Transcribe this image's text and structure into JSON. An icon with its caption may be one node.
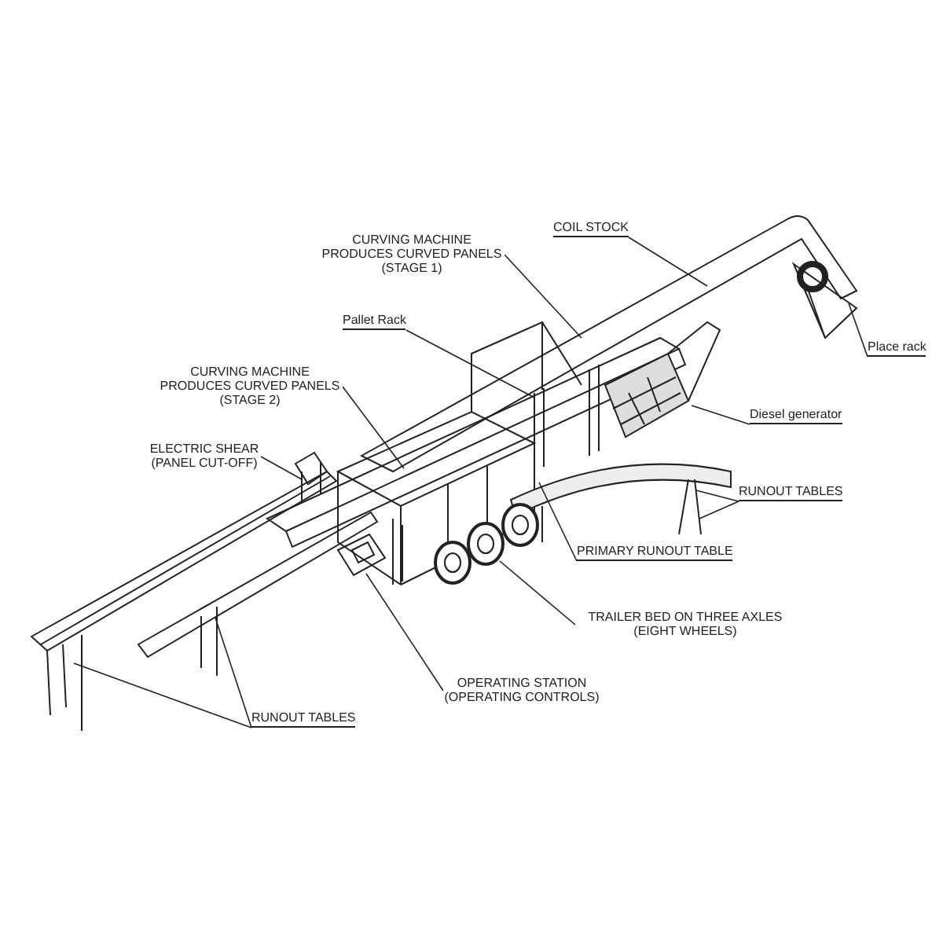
{
  "diagram": {
    "nodes": [
      {
        "text": [
          "CURVING MACHINE PRODUCES CURVED PANELS (STAGE 1)"
        ]
      },
      {
        "text": [
          "COIL STOCK"
        ]
      },
      {
        "text": [
          "Pallet Rack"
        ]
      },
      {
        "text": [
          "CURVING MACHINE PRODUCES CURVED PANELS (STAGE 2)"
        ]
      },
      {
        "text": [
          "ELECTRIC SHEAR (PANEL CUT-OFF)"
        ]
      },
      {
        "text": [
          "Place rack"
        ]
      },
      {
        "text": [
          "Diesel generator"
        ]
      },
      {
        "text": [
          "RUNOUT TABLES"
        ]
      },
      {
        "text": [
          "PRIMARY RUNOUT TABLE"
        ]
      },
      {
        "text": [
          "TRAILER BED ON THREE AXLES (EIGHT WHEELS)"
        ]
      },
      {
        "text": [
          "OPERATING STATION (OPERATING CONTROLS)"
        ]
      },
      {
        "text": [
          "RUNOUT TABLES"
        ]
      },
      {
        "text": [],
        "shape": "picture"
      }
    ],
    "edges": [
      {
        "from": 0,
        "to": null,
        "arrow": "none"
      },
      {
        "from": 1,
        "to": null,
        "arrow": "none"
      },
      {
        "from": 2,
        "to": null,
        "arrow": "none"
      },
      {
        "from": 3,
        "to": null,
        "arrow": "none"
      },
      {
        "from": 4,
        "to": null,
        "arrow": "none"
      },
      {
        "from": 5,
        "to": null,
        "arrow": "none"
      },
      {
        "from": 6,
        "to": null,
        "arrow": "none"
      },
      {
        "from": 7,
        "to": null,
        "arrow": "none"
      },
      {
        "from": 7,
        "to": null,
        "arrow": "none"
      },
      {
        "from": 8,
        "to": null,
        "arrow": "none"
      },
      {
        "from": 9,
        "to": 12,
        "arrow": "none"
      },
      {
        "from": 10,
        "to": null,
        "arrow": "none"
      },
      {
        "from": 11,
        "to": null,
        "arrow": "none"
      },
      {
        "from": 11,
        "to": null,
        "arrow": "none"
      }
    ]
  }
}
